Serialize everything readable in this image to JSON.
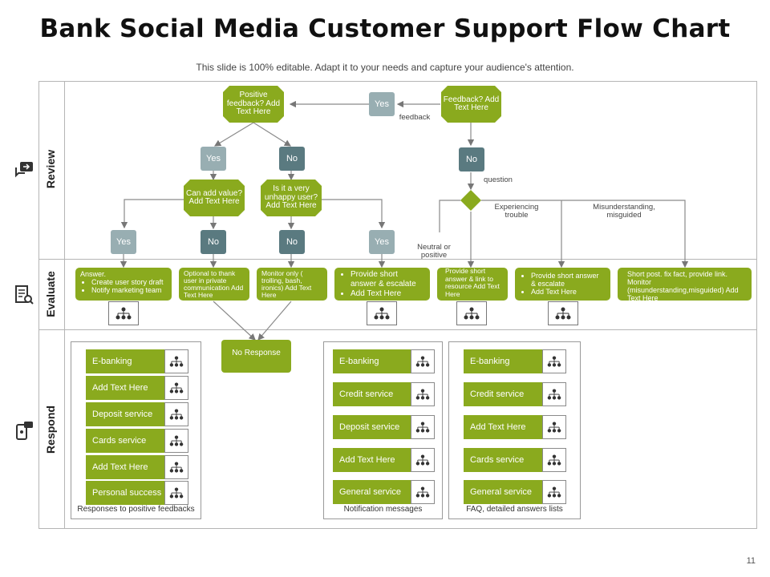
{
  "header": {
    "title": "Bank Social Media Customer Support Flow Chart",
    "subtitle": "This slide is 100% editable. Adapt it to your needs and capture your audience's attention.",
    "page_number": "11"
  },
  "sections": {
    "review": "Review",
    "evaluate": "Evaluate",
    "respond": "Respond"
  },
  "review": {
    "positive_feedback": "Positive feedback? Add Text Here",
    "feedback_add": "Feedback? Add Text Here",
    "can_add_value": "Can add value? Add Text Here",
    "unhappy_user": "Is it a very unhappy user? Add Text Here",
    "pills": {
      "yes_top": "Yes",
      "yes_left": "Yes",
      "no_mid": "No",
      "no_right": "No",
      "yes_b1": "Yes",
      "no_b2": "No",
      "no_b3": "No",
      "yes_b4": "Yes"
    },
    "labels": {
      "feedback": "feedback",
      "question": "question",
      "experiencing_trouble": "Experiencing trouble",
      "misunderstanding": "Misunderstanding, misguided",
      "neutral": "Neutral or positive"
    }
  },
  "evaluate": {
    "box1": {
      "title": "Answer.",
      "items": [
        "Create user story draft",
        "Notify marketing team"
      ]
    },
    "box2": "Optional to thank user in private communication Add Text Here",
    "box3": "Monitor only ( trolling, bash, ironics) Add Text Here",
    "box4": {
      "items": [
        "Provide short answer & escalate",
        "Add Text Here"
      ]
    },
    "box5": "Provide short answer & link to resource Add Text Here",
    "box6": {
      "items": [
        "Provide short answer & escalate",
        "Add Text Here"
      ]
    },
    "box7": "Short post. fix fact, provide link. Monitor (misunderstanding,misguided) Add Text Here"
  },
  "respond": {
    "no_response": "No Response",
    "panel1": {
      "label": "Responses to positive feedbacks",
      "items": [
        "E-banking",
        "Add Text Here",
        "Deposit service",
        "Cards service",
        "Add Text Here",
        "Personal success"
      ]
    },
    "panel2": {
      "label": "Notification messages",
      "items": [
        "E-banking",
        "Credit service",
        "Deposit service",
        "Add Text Here",
        "General service"
      ]
    },
    "panel3": {
      "label": "FAQ, detailed answers lists",
      "items": [
        "E-banking",
        "Credit service",
        "Add Text Here",
        "Cards service",
        "General service"
      ]
    }
  },
  "colors": {
    "green": "#8aaa1e",
    "pill_yes": "#98aeb2",
    "pill_no": "#5a7a80",
    "diamond": "#8aaa1e"
  },
  "icons": {
    "review": "chat-bubbles-icon",
    "evaluate": "document-search-icon",
    "respond": "mobile-chat-icon",
    "org": "org-chart-icon"
  }
}
